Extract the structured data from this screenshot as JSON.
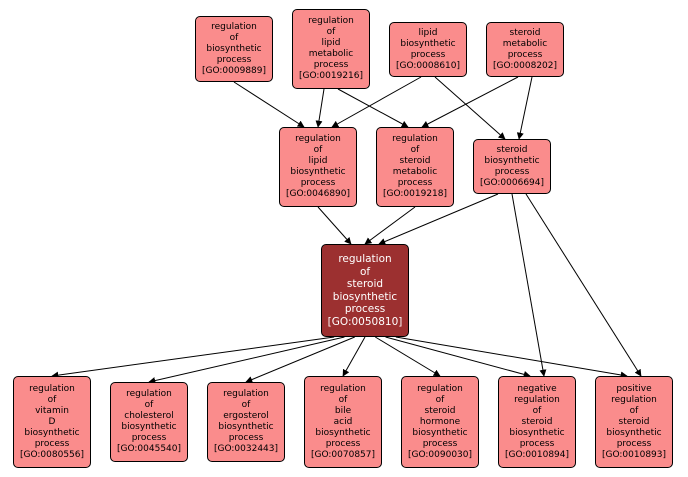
{
  "nodes": [
    {
      "key": "n0009889",
      "lines": [
        "regulation",
        "of",
        "biosynthetic",
        "process",
        "[GO:0009889]"
      ]
    },
    {
      "key": "n0019216",
      "lines": [
        "regulation",
        "of",
        "lipid",
        "metabolic",
        "process",
        "[GO:0019216]"
      ]
    },
    {
      "key": "n0008610",
      "lines": [
        "lipid",
        "biosynthetic",
        "process",
        "[GO:0008610]"
      ]
    },
    {
      "key": "n0008202",
      "lines": [
        "steroid",
        "metabolic",
        "process",
        "[GO:0008202]"
      ]
    },
    {
      "key": "n0046890",
      "lines": [
        "regulation",
        "of",
        "lipid",
        "biosynthetic",
        "process",
        "[GO:0046890]"
      ]
    },
    {
      "key": "n0019218",
      "lines": [
        "regulation",
        "of",
        "steroid",
        "metabolic",
        "process",
        "[GO:0019218]"
      ]
    },
    {
      "key": "n0006694",
      "lines": [
        "steroid",
        "biosynthetic",
        "process",
        "[GO:0006694]"
      ]
    },
    {
      "key": "n0050810",
      "lines": [
        "regulation",
        "of",
        "steroid",
        "biosynthetic",
        "process",
        "[GO:0050810]"
      ]
    },
    {
      "key": "n0080556",
      "lines": [
        "regulation",
        "of",
        "vitamin",
        "D",
        "biosynthetic",
        "process",
        "[GO:0080556]"
      ]
    },
    {
      "key": "n0045540",
      "lines": [
        "regulation",
        "of",
        "cholesterol",
        "biosynthetic",
        "process",
        "[GO:0045540]"
      ]
    },
    {
      "key": "n0032443",
      "lines": [
        "regulation",
        "of",
        "ergosterol",
        "biosynthetic",
        "process",
        "[GO:0032443]"
      ]
    },
    {
      "key": "n0070857",
      "lines": [
        "regulation",
        "of",
        "bile",
        "acid",
        "biosynthetic",
        "process",
        "[GO:0070857]"
      ]
    },
    {
      "key": "n0090030",
      "lines": [
        "regulation",
        "of",
        "steroid",
        "hormone",
        "biosynthetic",
        "process",
        "[GO:0090030]"
      ]
    },
    {
      "key": "n0010894",
      "lines": [
        "negative",
        "regulation",
        "of",
        "steroid",
        "biosynthetic",
        "process",
        "[GO:0010894]"
      ]
    },
    {
      "key": "n0010893",
      "lines": [
        "positive",
        "regulation",
        "of",
        "steroid",
        "biosynthetic",
        "process",
        "[GO:0010893]"
      ]
    }
  ],
  "edges": [
    {
      "from": "n0009889",
      "to": "n0046890"
    },
    {
      "from": "n0019216",
      "to": "n0046890"
    },
    {
      "from": "n0019216",
      "to": "n0019218"
    },
    {
      "from": "n0008610",
      "to": "n0046890"
    },
    {
      "from": "n0008610",
      "to": "n0006694"
    },
    {
      "from": "n0008202",
      "to": "n0019218"
    },
    {
      "from": "n0008202",
      "to": "n0006694"
    },
    {
      "from": "n0046890",
      "to": "n0050810"
    },
    {
      "from": "n0019218",
      "to": "n0050810"
    },
    {
      "from": "n0006694",
      "to": "n0050810"
    },
    {
      "from": "n0006694",
      "to": "n0010894"
    },
    {
      "from": "n0006694",
      "to": "n0010893"
    },
    {
      "from": "n0050810",
      "to": "n0080556"
    },
    {
      "from": "n0050810",
      "to": "n0045540"
    },
    {
      "from": "n0050810",
      "to": "n0032443"
    },
    {
      "from": "n0050810",
      "to": "n0070857"
    },
    {
      "from": "n0050810",
      "to": "n0090030"
    },
    {
      "from": "n0050810",
      "to": "n0010894"
    },
    {
      "from": "n0050810",
      "to": "n0010893"
    }
  ],
  "colors": {
    "node_fill": "#fa8c8c",
    "focus_fill": "#9c3030",
    "edge": "#000000"
  }
}
